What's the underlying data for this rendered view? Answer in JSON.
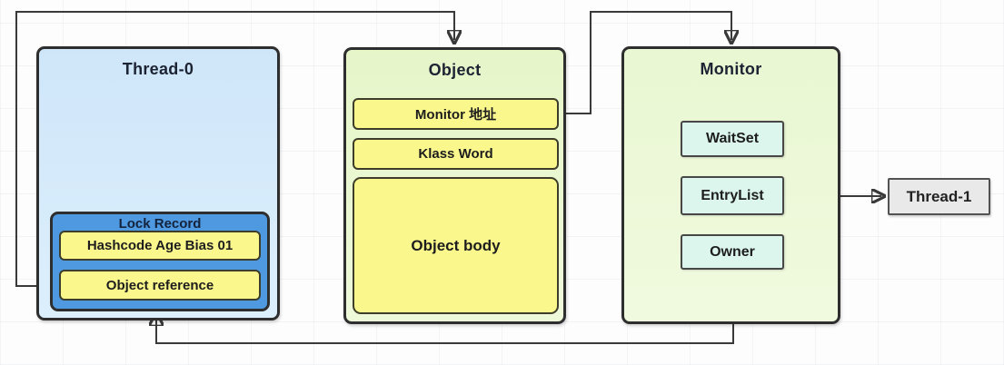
{
  "nodes": {
    "thread0": {
      "title": "Thread-0",
      "lock_record": {
        "title": "Lock Record",
        "fields": [
          "Hashcode Age Bias 01",
          "Object reference"
        ]
      }
    },
    "object": {
      "title": "Object",
      "fields": [
        "Monitor 地址",
        "Klass Word"
      ],
      "body": "Object body"
    },
    "monitor": {
      "title": "Monitor",
      "fields": [
        "WaitSet",
        "EntryList",
        "Owner"
      ]
    },
    "thread1": {
      "title": "Thread-1"
    }
  },
  "connections": [
    {
      "from": "Object reference",
      "to": "Object",
      "route": "left-up-right-down"
    },
    {
      "from": "Monitor 地址",
      "to": "Monitor",
      "route": "right-up-right-down"
    },
    {
      "from": "EntryList",
      "to": "Thread-1",
      "route": "right"
    },
    {
      "from": "Owner",
      "to": "Thread-0 Lock Record",
      "route": "down-left-up"
    }
  ],
  "colors": {
    "thread0_fill": "#d6eafa",
    "lock_record_fill": "#4f99e0",
    "yellow_field_fill": "#faf88d",
    "object_fill": "#e9f7d0",
    "monitor_fill": "#ecf8d8",
    "monitor_field_fill": "#dcf6ee",
    "thread1_fill": "#e9e9e9",
    "border": "#2e2e2e",
    "connector": "#3a3a3a"
  }
}
